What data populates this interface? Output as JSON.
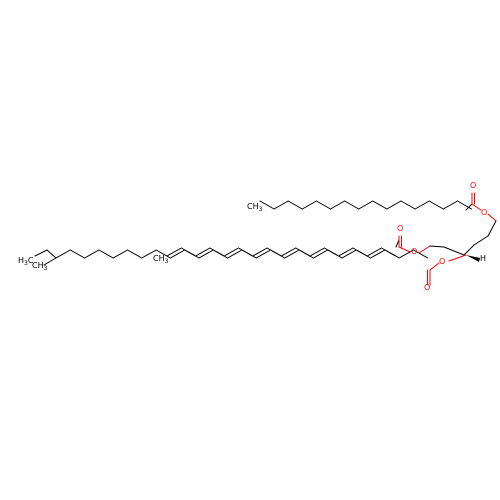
{
  "molecule": {
    "colors": {
      "carbon": "#000000",
      "oxygen": "#ff0000",
      "background": "#ffffff"
    },
    "chains": {
      "c1": {
        "terminal_label": "CH",
        "terminal_sub": "3"
      },
      "c2": {
        "terminal_label": "CH",
        "terminal_sub": "3"
      },
      "c3": {
        "terminal_label_top": "H",
        "terminal_sub_top": "3",
        "terminal_label_top2": "C",
        "methyl_label": "CH",
        "methyl_sub": "3"
      }
    },
    "oxygens": {
      "o_carbonyl_1": "O",
      "o_ester_1": "O",
      "o_carbonyl_2": "O",
      "o_ester_2": "O",
      "o_carbonyl_3": "O",
      "o_ester_3": "O"
    },
    "stereo_h": "H"
  }
}
